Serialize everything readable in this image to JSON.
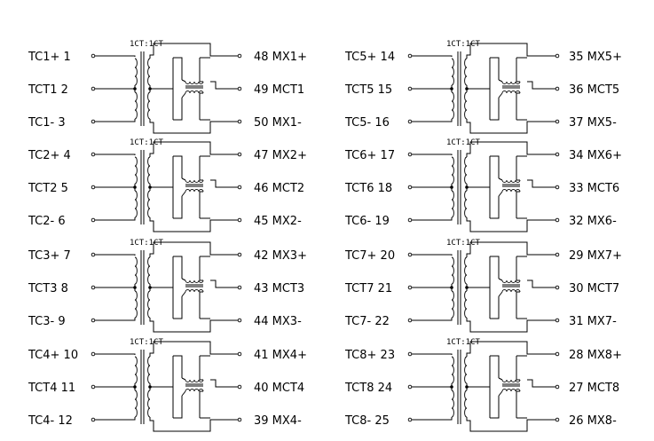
{
  "transformer_ratio": "1CT:1CT",
  "channels": [
    {
      "left": [
        "TC1+ 1",
        "TCT1 2",
        "TC1- 3"
      ],
      "right": [
        "48 MX1+",
        "49 MCT1",
        "50 MX1-"
      ]
    },
    {
      "left": [
        "TC2+ 4",
        "TCT2 5",
        "TC2- 6"
      ],
      "right": [
        "47 MX2+",
        "46 MCT2",
        "45 MX2-"
      ]
    },
    {
      "left": [
        "TC3+ 7",
        "TCT3 8",
        "TC3- 9"
      ],
      "right": [
        "42 MX3+",
        "43 MCT3",
        "44 MX3-"
      ]
    },
    {
      "left": [
        "TC4+ 10",
        "TCT4 11",
        "TC4- 12"
      ],
      "right": [
        "41 MX4+",
        "40 MCT4",
        "39 MX4-"
      ]
    },
    {
      "left": [
        "TC5+ 14",
        "TCT5 15",
        "TC5- 16"
      ],
      "right": [
        "35 MX5+",
        "36 MCT5",
        "37 MX5-"
      ]
    },
    {
      "left": [
        "TC6+ 17",
        "TCT6 18",
        "TC6- 19"
      ],
      "right": [
        "34 MX6+",
        "33 MCT6",
        "32 MX6-"
      ]
    },
    {
      "left": [
        "TC7+ 20",
        "TCT7 21",
        "TC7- 22"
      ],
      "right": [
        "29 MX7+",
        "30 MCT7",
        "31 MX7-"
      ]
    },
    {
      "left": [
        "TC8+ 23",
        "TCT8 24",
        "TC8- 25"
      ],
      "right": [
        "28 MX8+",
        "27 MCT8",
        "26 MX8-"
      ]
    }
  ]
}
